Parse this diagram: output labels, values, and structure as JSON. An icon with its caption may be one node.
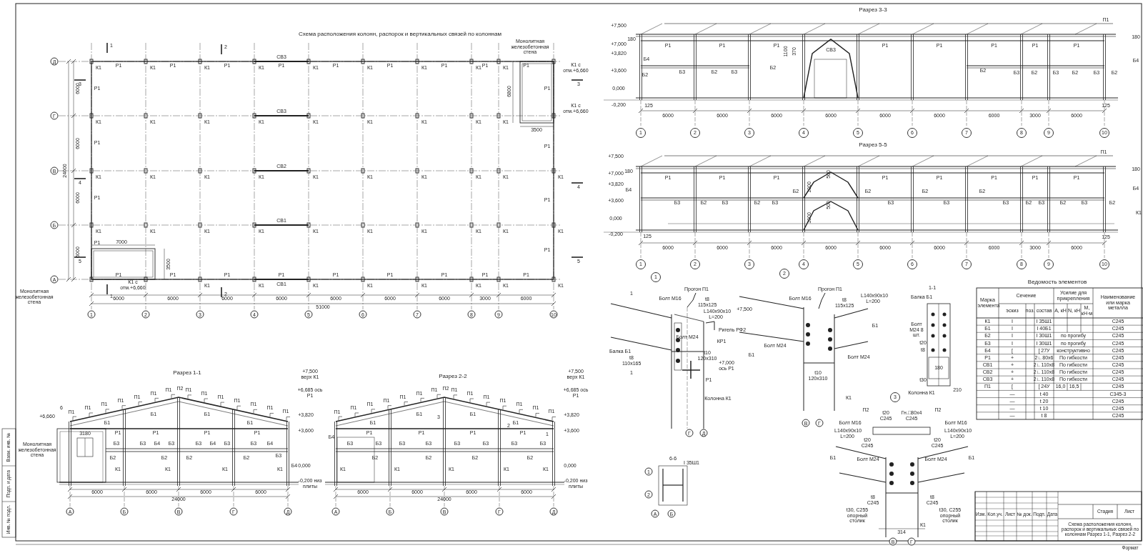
{
  "diagram": {
    "labels": [
      "Схема расположения колонн, распорок и вертикальных связей по колоннам",
      "1",
      "2",
      "3",
      "4",
      "5",
      "6",
      "7",
      "8",
      "9",
      "10",
      "Д",
      "Г",
      "В",
      "Б",
      "А",
      "К1",
      "К1",
      "К1",
      "К1",
      "К1",
      "К1",
      "К1",
      "К1",
      "К1",
      "К1",
      "К1",
      "К1",
      "К1",
      "К1",
      "К1",
      "К1",
      "К1",
      "К1",
      "К1",
      "К1",
      "К1",
      "К1",
      "К1",
      "К1",
      "К1",
      "К1",
      "К1",
      "К1",
      "К1",
      "К1",
      "К1",
      "К1",
      "К1",
      "К1",
      "К1",
      "К1",
      "К1",
      "К1",
      "К1",
      "К1",
      "К1",
      "К1",
      "К1",
      "К1",
      "К1",
      "К1",
      "К1 с отм.+6,660",
      "К1 с отм.+6,660",
      "К1 с отм.+6,660",
      "Р1",
      "Р1",
      "Р1",
      "Р1",
      "Р1",
      "Р1",
      "Р1",
      "Р1",
      "Р1",
      "Р1",
      "Р1",
      "Р1",
      "Р1",
      "Р1",
      "Р1",
      "Р1",
      "Р1",
      "Р1",
      "Р1",
      "Р1",
      "Р1",
      "Р1",
      "Р1",
      "Р1",
      "Р1",
      "Р1",
      "СВ3",
      "СВ3",
      "СВ2",
      "СВ1",
      "СВ1",
      "6000",
      "6000",
      "6000",
      "6000",
      "6000",
      "6000",
      "6000",
      "3000",
      "6000",
      "51000",
      "6000",
      "6000",
      "6000",
      "6000",
      "24000",
      "7000",
      "3500",
      "6800",
      "3500",
      "1",
      "2",
      "3",
      "3",
      "4",
      "4",
      "5",
      "5",
      "1",
      "2",
      "Монолитная железобетонная стена",
      "Монолитная железобетонная стена",
      "Разрез 1-1",
      "П1",
      "П1",
      "П1",
      "П1",
      "П1",
      "П1",
      "П1",
      "П1",
      "П1",
      "П1",
      "П1",
      "П1",
      "П1",
      "П1",
      "П2",
      "Б1",
      "Б1",
      "Б1",
      "Б1",
      "Р1",
      "Р1",
      "Р1",
      "Р1",
      "Б3",
      "Б3",
      "Б4",
      "Б3",
      "Б3",
      "Б4",
      "Б3",
      "Б3",
      "Б4",
      "Б2",
      "Б2",
      "Б2",
      "Б2",
      "Б3",
      "Б4",
      "К1",
      "К1",
      "К1",
      "К1",
      "3180",
      "Монолитная железобетонная стена",
      "+6,660",
      "6",
      "+7,500 верх К1",
      "+6,685 ось Р1",
      "+3,820",
      "+3,600",
      "0,000",
      "-0,200 низ плиты",
      "6000",
      "6000",
      "6000",
      "6000",
      "24000",
      "А",
      "Б",
      "В",
      "Г",
      "Д",
      "Разрез 2-2",
      "П1",
      "П1",
      "П1",
      "П1",
      "П1",
      "П1",
      "П1",
      "П1",
      "П1",
      "П1",
      "П1",
      "П1",
      "П1",
      "П1",
      "П2",
      "Б1",
      "Б1",
      "Б1",
      "Б1",
      "Р1",
      "Р1",
      "Р1",
      "Р1",
      "Б3",
      "Б3",
      "Б3",
      "Б3",
      "Б3",
      "Б3",
      "Б3",
      "Б3",
      "Б2",
      "Б2",
      "Б2",
      "Б2",
      "К1",
      "К1",
      "К1",
      "К1",
      "К1",
      "Б4",
      "3",
      "2",
      "1",
      "+7,500 верх К1",
      "+6,685 ось Р1",
      "+3,820",
      "+3,600",
      "0,000",
      "-0,200 низ плиты",
      "6000",
      "6000",
      "6000",
      "6000",
      "24000",
      "А",
      "Б",
      "В",
      "Г",
      "Д",
      "Разрез 3-3",
      "П1",
      "+7,500",
      "+7,000",
      "180",
      "+3,820",
      "Б4",
      "+3,600",
      "Б2",
      "0,000",
      "-0,200",
      "125",
      "Р1",
      "Р1",
      "Р1",
      "Р1",
      "Р1",
      "Р1",
      "Р1",
      "Р1",
      "1100",
      "370",
      "СВ3",
      "Б3",
      "Б2",
      "Б3",
      "Б2",
      "Б2",
      "Б3",
      "Б2",
      "Б3",
      "Б2",
      "Б3",
      "Б2",
      "180",
      "Б4",
      "125",
      "6000",
      "6000",
      "6000",
      "6000",
      "6000",
      "6000",
      "6000",
      "3000",
      "6000",
      "1",
      "2",
      "3",
      "4",
      "5",
      "6",
      "7",
      "8",
      "9",
      "10",
      "Разрез 5-5",
      "П1",
      "+7,500",
      "+7,000",
      "180",
      "+3,820",
      "Б4",
      "+3,600",
      "0,000",
      "-0,200",
      "125",
      "Р1",
      "Р1",
      "Р1",
      "Р1",
      "Р1",
      "Р1",
      "Р1",
      "Р1",
      "1000",
      "500",
      "1000",
      "500",
      "Б3",
      "Б2",
      "Б3",
      "Б2",
      "Б3",
      "Б2",
      "Б2",
      "Б3",
      "Б2",
      "Б3",
      "Б2",
      "Б3",
      "Б2",
      "Б3",
      "Б2",
      "Б3",
      "Б2",
      "180",
      "Б4",
      "К1",
      "125",
      "6000",
      "6000",
      "6000",
      "6000",
      "6000",
      "6000",
      "6000",
      "3000",
      "6000",
      "1",
      "2",
      "3",
      "4",
      "5",
      "6",
      "7",
      "8",
      "9",
      "10",
      "1",
      "1",
      "Прогон П1",
      "Болт М16",
      "t8 115х125",
      "L140х90х10 L=200",
      "+7,500",
      "Болт М24",
      "Ригель РФ2",
      "КР1",
      "t10 120х310",
      "+7,000 ось Р1",
      "Балка Б1",
      "t8 110х165",
      "1",
      "Р1",
      "Колонна К1",
      "Г",
      "Д",
      "2",
      "Прогон П1",
      "Болт М16",
      "t8 115х125",
      "L140х90х10 L=200",
      "Б1",
      "Болт М24",
      "Б1",
      "Болт М24",
      "t10 120х310",
      "К1",
      "В",
      "Г",
      "1-1",
      "Балка Б1",
      "Болт М24 8 шт.",
      "t20",
      "t8",
      "180",
      "t30",
      "Колонна К1",
      "210",
      "6-6",
      "I 35Ш1",
      "1",
      "2",
      "А",
      "Б",
      "3",
      "П2",
      "t20 С245",
      "Гн.□80х4 С245",
      "П2",
      "Болт М16",
      "Болт М16",
      "L140х90х10 L=200",
      "L140х90х10 L=200",
      "t20 С245",
      "t20 С245",
      "Б1",
      "Б1",
      "Болт М24",
      "Болт М24",
      "t8 С245",
      "t8 С245",
      "t30, С255 опорный столик",
      "t30, С255 опорный столик",
      "К1",
      "314",
      "В",
      "Г",
      "Ведомость элементов",
      "Марка элемента",
      "Сечение",
      "Усилие для прикрепления",
      "Наименование или марка металла",
      "эскиз",
      "поз.",
      "состав",
      "А, кН",
      "N, кН",
      "М, кН·м",
      "К1",
      "I",
      "I 35Ш1",
      "С245",
      "Б1",
      "I",
      "I 40Б1",
      "С245",
      "Б2",
      "I",
      "I 30Ш1",
      "по прогибу",
      "С245",
      "Б3",
      "I",
      "I 30Ш1",
      "по прогибу",
      "С245",
      "Б4",
      "[",
      "[ 27У",
      "конструктивно",
      "С245",
      "Р1",
      "+",
      "2∟80х6",
      "По гибкости",
      "С245",
      "СВ1",
      "+",
      "2∟110х8",
      "По гибкости",
      "С245",
      "СВ2",
      "+",
      "2∟110х8",
      "По гибкости",
      "С245",
      "СВ3",
      "+",
      "2∟110х8",
      "По гибкости",
      "С245",
      "П1",
      "[",
      "[ 24У",
      "16,0",
      "16,5",
      "С245",
      "—",
      "t 40",
      "С345-3",
      "—",
      "t 20",
      "С245",
      "—",
      "t 10",
      "С245",
      "—",
      "t 8",
      "С245",
      "Изм.",
      "Кол.уч.",
      "Лист",
      "№ док.",
      "Подп.",
      "Дата",
      "Стадия",
      "Лист",
      "Схема расположения колонн, распорок и вертикальных связей по колоннам Разрез 1-1, Разрез 2-2",
      "Формат",
      "Взам. инв. №",
      "Подп. и дата",
      "Инв. № подл."
    ]
  }
}
